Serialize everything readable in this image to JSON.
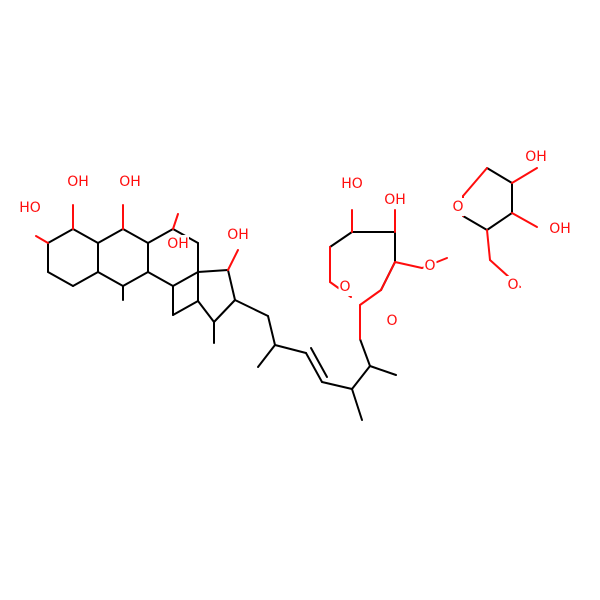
{
  "colors": {
    "carbon_bond": "#000000",
    "oxygen": "#ff0d0d",
    "background": "#ffffff"
  },
  "labels": {
    "oh": "OH",
    "ho": "HO",
    "o": "O"
  }
}
